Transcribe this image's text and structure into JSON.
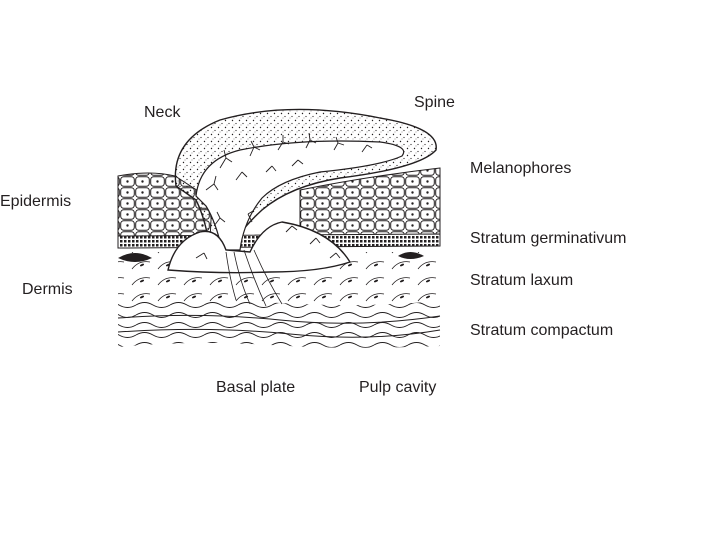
{
  "labels": {
    "neck": "Neck",
    "spine": "Spine",
    "melanophores": "Melanophores",
    "epidermis": "Epidermis",
    "stratum_germinativum": "Stratum germinativum",
    "dermis": "Dermis",
    "stratum_laxum": "Stratum laxum",
    "stratum_compactum": "Stratum compactum",
    "basal_plate": "Basal plate",
    "pulp_cavity": "Pulp cavity"
  },
  "colors": {
    "ink": "#231f20",
    "paper": "#ffffff"
  }
}
